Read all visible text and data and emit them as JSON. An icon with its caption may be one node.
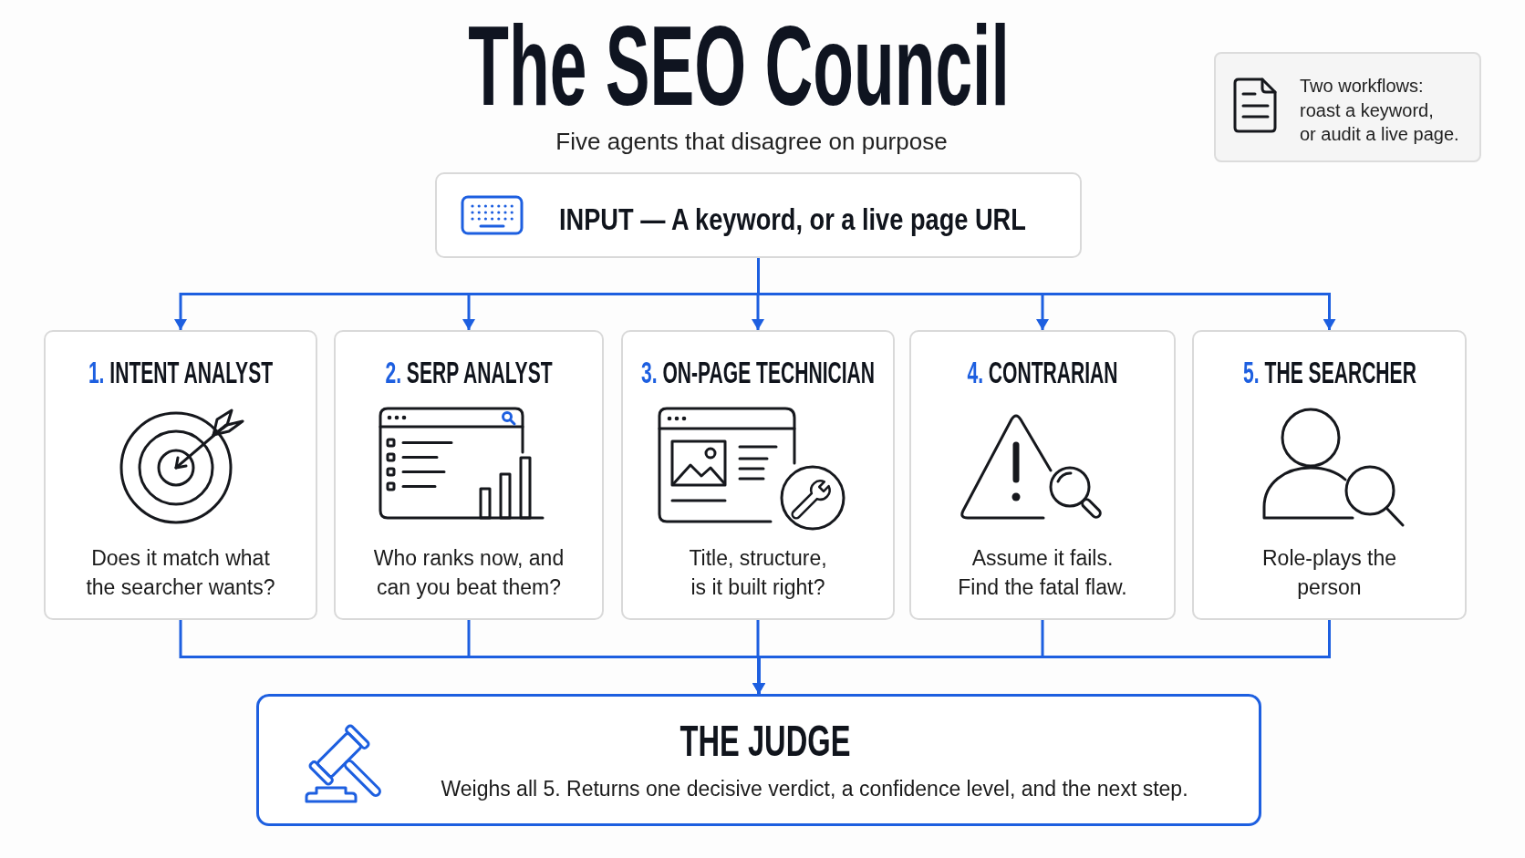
{
  "diagram": {
    "title": "The SEO Council",
    "nodes": [
      {
        "text": [
          "Two workflows: roast a keyword, or audit a live page."
        ]
      },
      {
        "text": [
          "INPUT — A keyword, or a live page URL"
        ]
      },
      {
        "text": [
          "1. INTENT ANALYST",
          "Does it match what the searcher wants?"
        ]
      },
      {
        "text": [
          "2. SERP ANALYST",
          "Who ranks now, and can you beat them?"
        ]
      },
      {
        "text": [
          "3. ON-PAGE TECHNICIAN",
          "Title, structure, is it built right?"
        ]
      },
      {
        "text": [
          "4. CONTRARIAN",
          "Assume it fails. Find the fatal flaw."
        ]
      },
      {
        "text": [
          "5. THE SEARCHER",
          "Role-plays the person"
        ]
      },
      {
        "text": [
          "THE JUDGE",
          "Weighs all 5. Returns one decisive verdict, a confidence level, and the next step."
        ]
      }
    ],
    "edges": [
      {
        "from": 1,
        "to": 2,
        "arrow": "to"
      },
      {
        "from": 1,
        "to": 3,
        "arrow": "to"
      },
      {
        "from": 1,
        "to": 4,
        "arrow": "to"
      },
      {
        "from": 1,
        "to": 5,
        "arrow": "to"
      },
      {
        "from": 1,
        "to": 6,
        "arrow": "to"
      },
      {
        "from": 2,
        "to": 7,
        "arrow": "to"
      },
      {
        "from": 3,
        "to": 7,
        "arrow": "to"
      },
      {
        "from": 4,
        "to": 7,
        "arrow": "to"
      },
      {
        "from": 5,
        "to": 7,
        "arrow": "to"
      },
      {
        "from": 6,
        "to": 7,
        "arrow": "to"
      }
    ],
    "labels": [
      "Five agents that disagree on purpose"
    ]
  }
}
